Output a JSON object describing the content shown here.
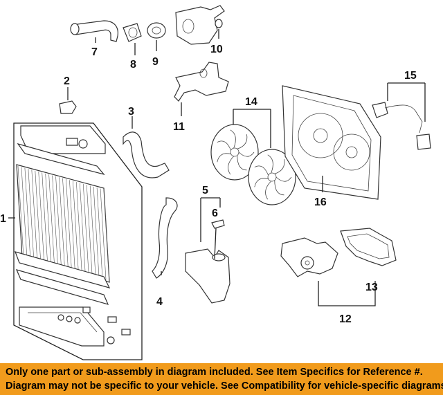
{
  "diagram": {
    "callouts": [
      "1",
      "2",
      "3",
      "4",
      "5",
      "6",
      "7",
      "8",
      "9",
      "10",
      "11",
      "12",
      "13",
      "14",
      "15",
      "16"
    ]
  },
  "banner": {
    "line1": "Only one part or sub-assembly in diagram included. See Item Specifics for Reference #.",
    "line2": "Diagram may not be specific to your vehicle. See Compatibility for vehicle-specific diagrams."
  },
  "colors": {
    "banner_background": "#f19b1c",
    "banner_text": "#000000",
    "line_art": "#333333"
  }
}
